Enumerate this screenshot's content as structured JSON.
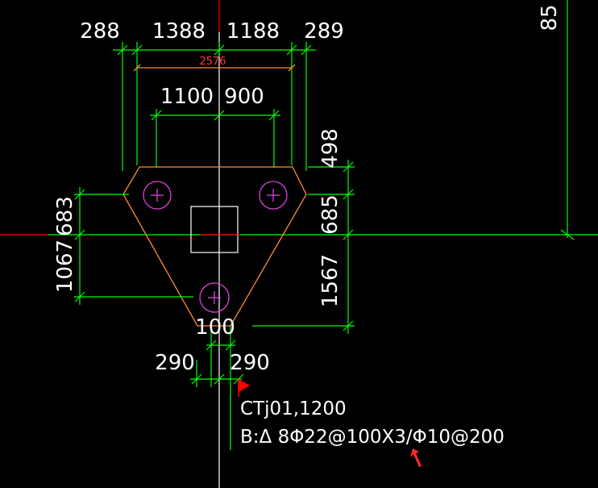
{
  "colors": {
    "background": "#000000",
    "dimension_line": "#00ff00",
    "cap_outline": "#ff8a3c",
    "pile_circle": "#e040e0",
    "axis_line": "#ff0000",
    "text": "#ffffff",
    "marker": "#ff0000"
  },
  "dimensions": {
    "top_row": [
      "288",
      "1388",
      "1188",
      "289"
    ],
    "overall_width": "2576",
    "pile_spacing": [
      "1100",
      "900"
    ],
    "left_vertical": [
      "683",
      "1067"
    ],
    "right_vertical": [
      "498",
      "685",
      "1567"
    ],
    "bottom": [
      "290",
      "100",
      "290"
    ],
    "top_right_partial": "85"
  },
  "annotation": {
    "cap_label": "CTj01,1200",
    "reinforcement": "B:Δ 8Φ22@100X3/Φ10@200"
  },
  "icons": {
    "flag": "flag-marker-icon",
    "cursor": "arrow-cursor-icon"
  }
}
